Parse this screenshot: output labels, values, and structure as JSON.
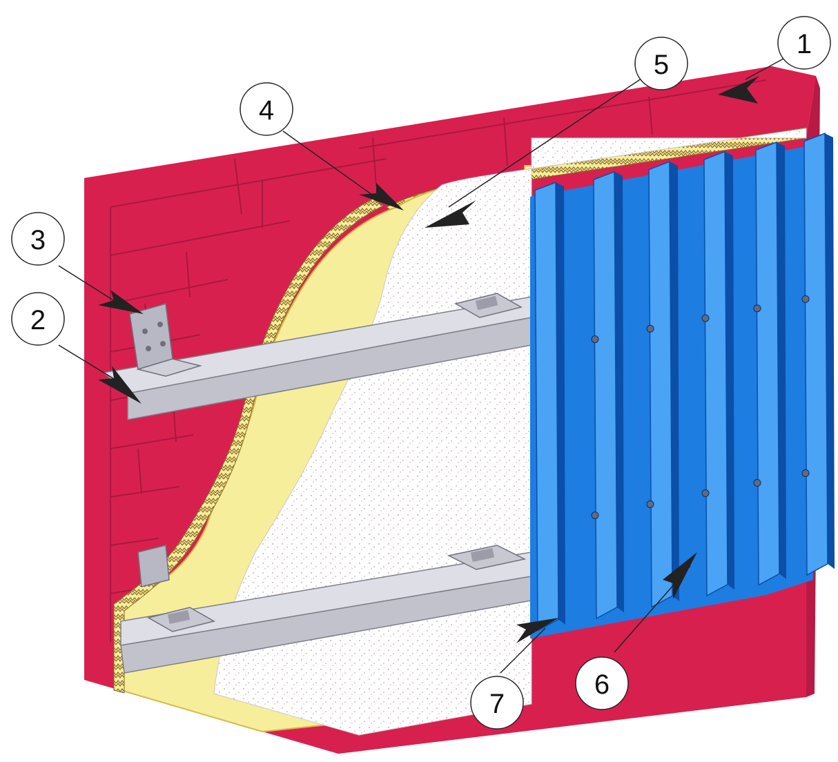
{
  "callouts": [
    {
      "id": "1",
      "label": "1"
    },
    {
      "id": "2",
      "label": "2"
    },
    {
      "id": "3",
      "label": "3"
    },
    {
      "id": "4",
      "label": "4"
    },
    {
      "id": "5",
      "label": "5"
    },
    {
      "id": "6",
      "label": "6"
    },
    {
      "id": "7",
      "label": "7"
    }
  ],
  "colors": {
    "brick_front": "#d8204f",
    "brick_top": "#e8667f",
    "mortar": "#a8183e",
    "insulation": "#f6ee9a",
    "insulation_edge": "#d7b84a",
    "rail": "#c9c9d3",
    "rail_dark": "#8f8f9c",
    "bracket": "#b8b8c4",
    "cladding": "#1d7de0",
    "cladding_light": "#4aa3f5",
    "cladding_dark": "#0b4fa8",
    "arrow": "#222222"
  }
}
